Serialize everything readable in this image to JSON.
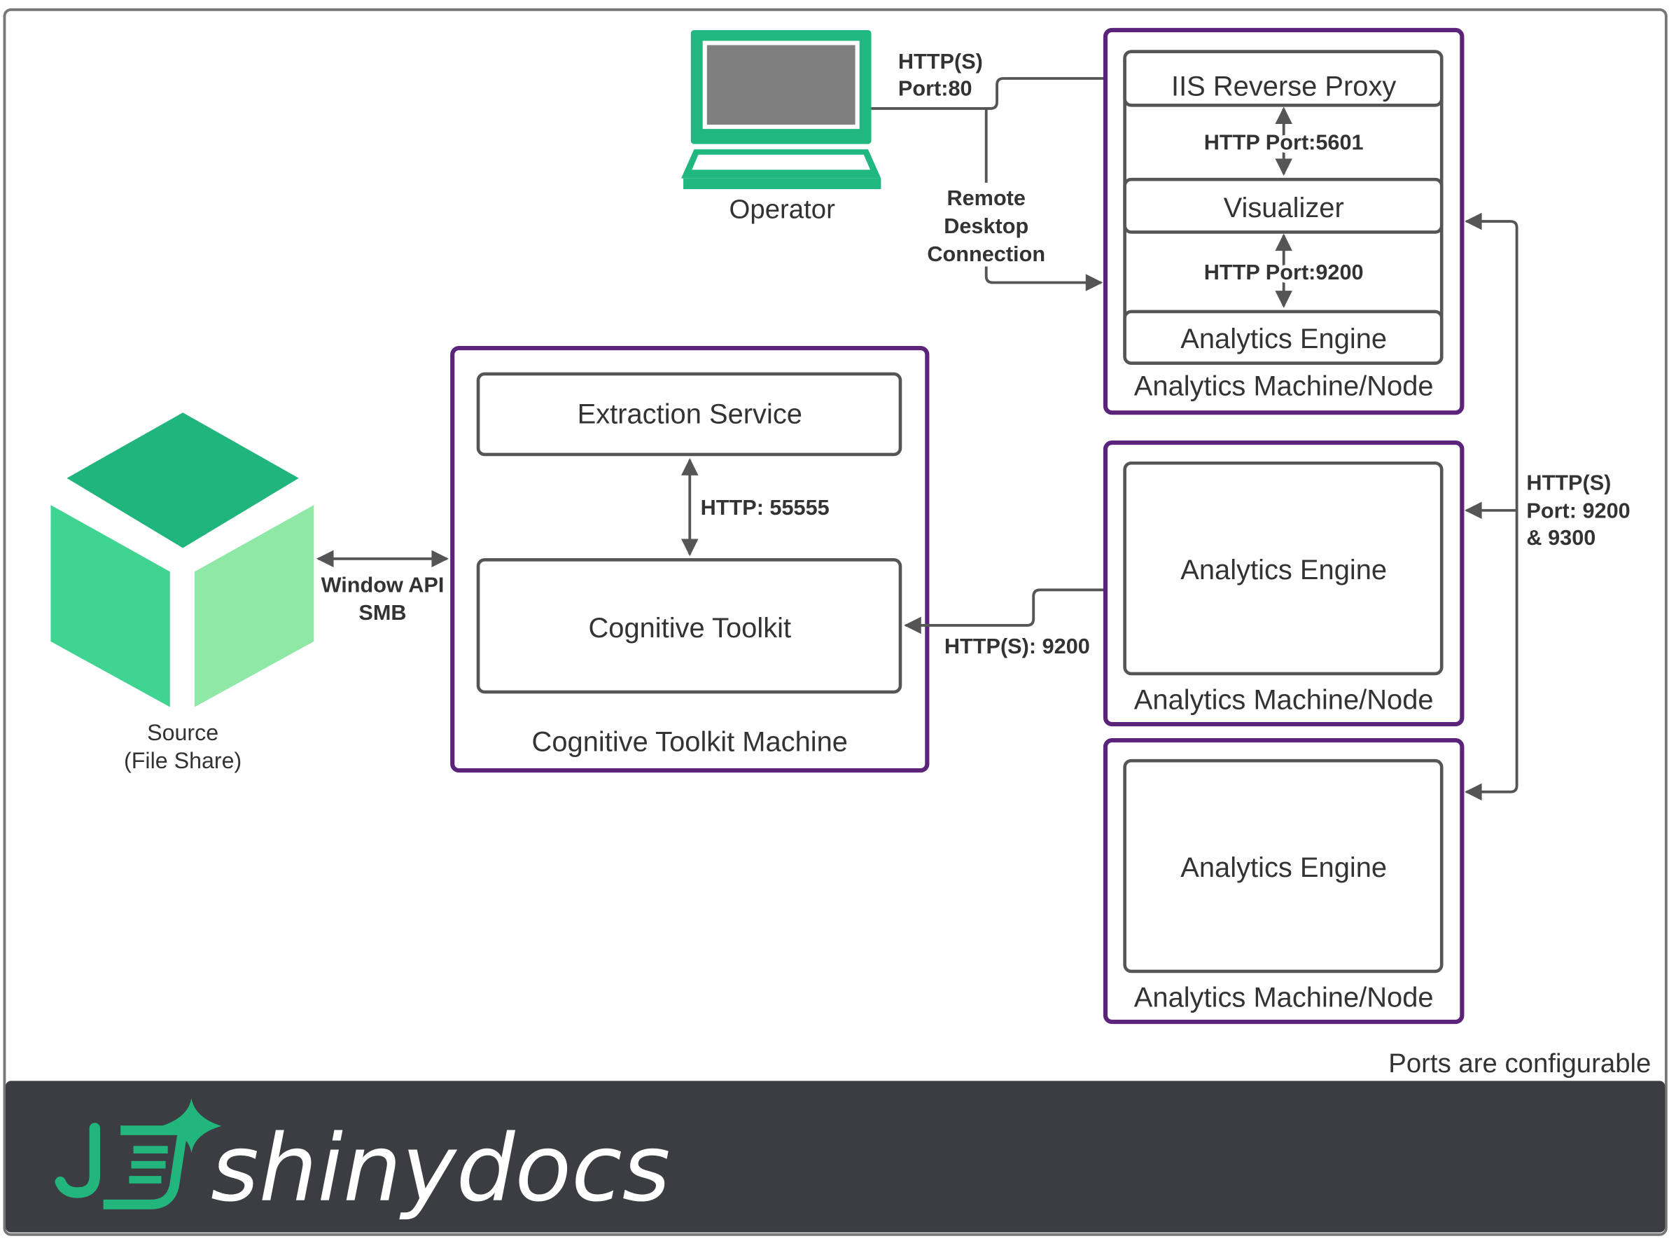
{
  "colors": {
    "machine_border": "#5b2379",
    "box_border": "#555555",
    "arrow": "#555555",
    "operator_green": "#20b880",
    "cube_top": "#1fb57d",
    "cube_left": "#3fd492",
    "cube_right": "#8fe8a6",
    "footer_bg": "#3b3d42",
    "logo_green": "#22b57c",
    "logo_text": "#ffffff"
  },
  "source": {
    "label_line1": "Source",
    "label_line2": "(File Share)",
    "icon": "cube-icon"
  },
  "operator": {
    "label": "Operator",
    "icon": "laptop-icon"
  },
  "links": {
    "source_to_toolkit_line1": "Window API",
    "source_to_toolkit_line2": "SMB",
    "operator_http_line1": "HTTP(S)",
    "operator_http_line2": "Port:80",
    "remote_line1": "Remote",
    "remote_line2": "Desktop",
    "remote_line3": "Connection",
    "extraction_toolkit": "HTTP: 55555",
    "toolkit_engine": "HTTP(S): 9200",
    "proxy_visualizer": "HTTP Port:5601",
    "visualizer_engine": "HTTP Port:9200",
    "cluster_line1": "HTTP(S)",
    "cluster_line2": "Port: 9200",
    "cluster_line3": "& 9300"
  },
  "toolkit_machine": {
    "title": "Cognitive Toolkit Machine",
    "extraction": "Extraction Service",
    "toolkit": "Cognitive Toolkit"
  },
  "node1": {
    "title": "Analytics Machine/Node",
    "proxy": "IIS Reverse Proxy",
    "visualizer": "Visualizer",
    "engine": "Analytics Engine"
  },
  "node2": {
    "title": "Analytics Machine/Node",
    "engine": "Analytics Engine"
  },
  "node3": {
    "title": "Analytics Machine/Node",
    "engine": "Analytics Engine"
  },
  "note": "Ports are configurable",
  "footer": {
    "brand": "shinydocs",
    "logo_icon": "shinydocs-logo-icon"
  }
}
